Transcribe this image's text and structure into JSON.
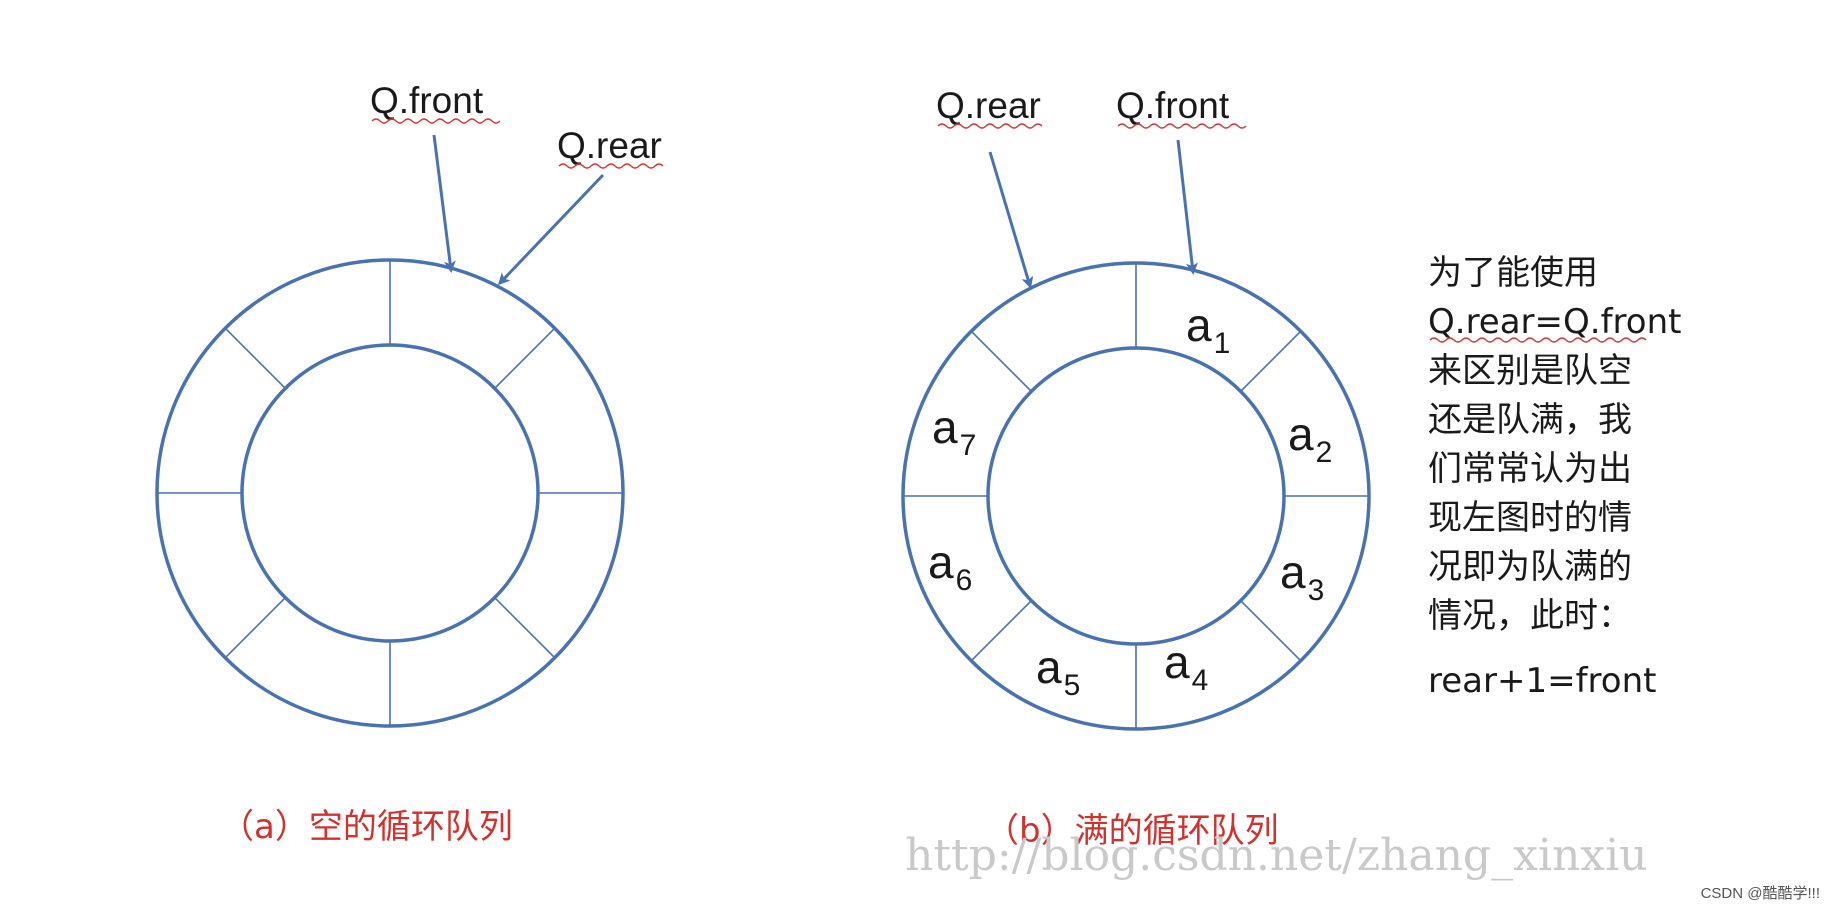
{
  "diagram_a": {
    "front_label": "Q.front",
    "rear_label": "Q.rear",
    "caption": "（a）空的循环队列"
  },
  "diagram_b": {
    "rear_label": "Q.rear",
    "front_label": "Q.front",
    "caption": "（b）满的循环队列",
    "cells": [
      {
        "base": "a",
        "sub": "1"
      },
      {
        "base": "a",
        "sub": "2"
      },
      {
        "base": "a",
        "sub": "3"
      },
      {
        "base": "a",
        "sub": "4"
      },
      {
        "base": "a",
        "sub": "5"
      },
      {
        "base": "a",
        "sub": "6"
      },
      {
        "base": "a",
        "sub": "7"
      }
    ]
  },
  "note_lines": [
    "为了能使用",
    "Q.rear=Q.front",
    "来区别是队空",
    "还是队满，我",
    "们常常认为出",
    "现左图时的情",
    "况即为队满的",
    "情况，此时：",
    "rear+1=front"
  ],
  "watermark": "http://blog.csdn.net/zhang_xinxiu",
  "credit": "CSDN @酷酷学!!!",
  "colors": {
    "ring": "#4a72b0",
    "caption": "#d0332e",
    "spellcheck_underline": "#d23b3b"
  }
}
